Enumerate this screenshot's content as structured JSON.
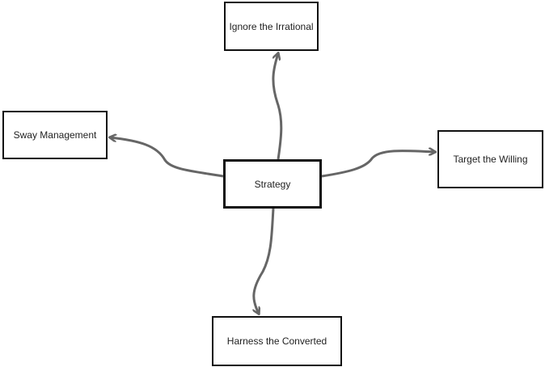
{
  "colors": {
    "connector": "#666666",
    "node_border": "#111111",
    "text": "#222222"
  },
  "nodes": {
    "center": "Strategy",
    "top": "Ignore the Irrational",
    "left": "Sway Management",
    "right": "Target the Willing",
    "bottom": "Harness the Converted"
  }
}
